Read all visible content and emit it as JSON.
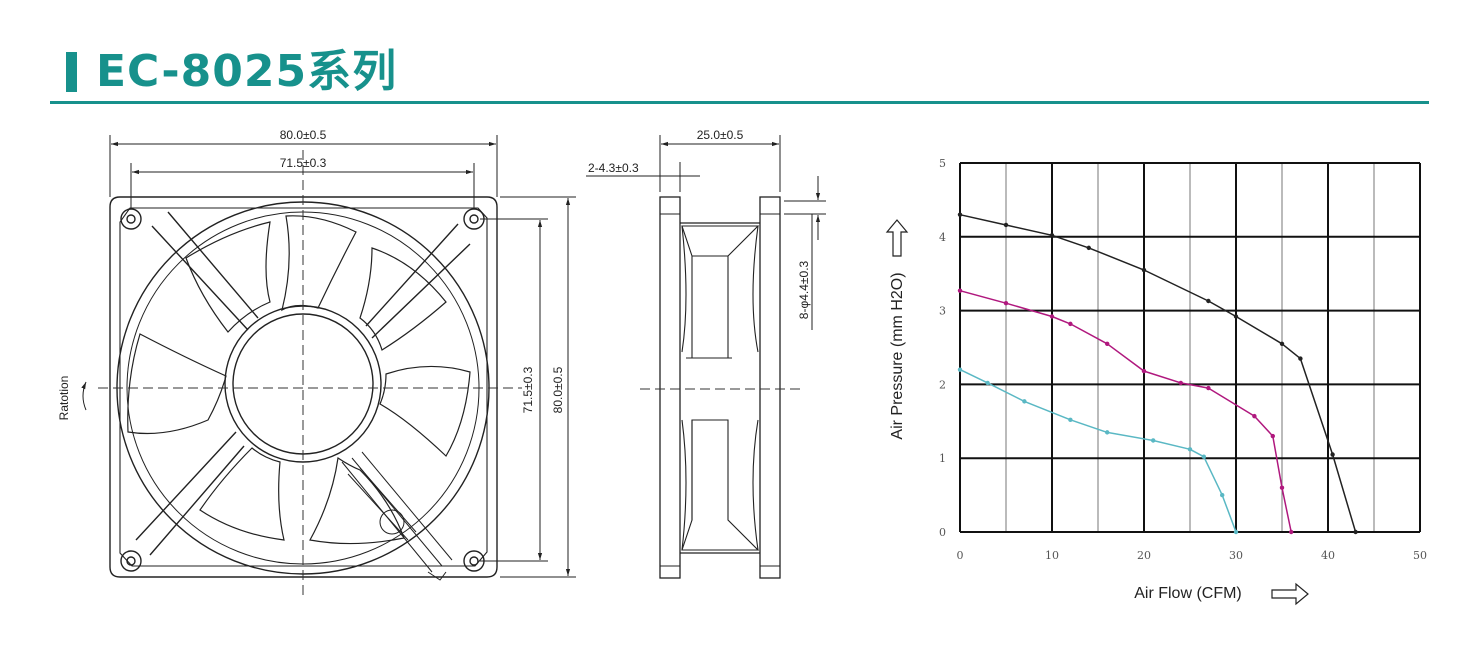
{
  "header": {
    "title": "EC-8025系列"
  },
  "front_view": {
    "rotation_label": "Ratotion",
    "dim_width_outer": "80.0±0.5",
    "dim_width_holes": "71.5±0.3",
    "dim_height_holes": "71.5±0.3",
    "dim_height_outer": "80.0±0.5"
  },
  "side_view": {
    "dim_depth": "25.0±0.5",
    "dim_flange": "2-4.3±0.3",
    "dim_holes": "8-φ4.4±0.3"
  },
  "chart_data": {
    "type": "line",
    "xlabel": "Air Flow (CFM)",
    "ylabel": "Air Pressure (mm H2O)",
    "xlim": [
      0,
      50
    ],
    "ylim": [
      0,
      5
    ],
    "x_ticks": [
      "0",
      "10",
      "20",
      "30",
      "40",
      "50"
    ],
    "y_ticks": [
      "0",
      "1",
      "2",
      "3",
      "4",
      "5"
    ],
    "grid": true,
    "colors": {
      "grid": "#111111",
      "series": [
        "#222222",
        "#b0187e",
        "#5ab8c4"
      ]
    },
    "series": [
      {
        "x": [
          0,
          5,
          10,
          14,
          20,
          27,
          30,
          35,
          37,
          40.5,
          43
        ],
        "y": [
          4.3,
          4.16,
          4.02,
          3.85,
          3.55,
          3.13,
          2.92,
          2.55,
          2.35,
          1.05,
          0
        ]
      },
      {
        "x": [
          0,
          5,
          10,
          12,
          16,
          20,
          24,
          27,
          32,
          34,
          35,
          36
        ],
        "y": [
          3.27,
          3.1,
          2.92,
          2.82,
          2.55,
          2.18,
          2.02,
          1.95,
          1.57,
          1.3,
          0.6,
          0
        ]
      },
      {
        "x": [
          0,
          3,
          7,
          12,
          16,
          21,
          25,
          26.5,
          28.5,
          30
        ],
        "y": [
          2.2,
          2.02,
          1.77,
          1.52,
          1.35,
          1.24,
          1.12,
          1.02,
          0.5,
          0
        ]
      }
    ]
  }
}
